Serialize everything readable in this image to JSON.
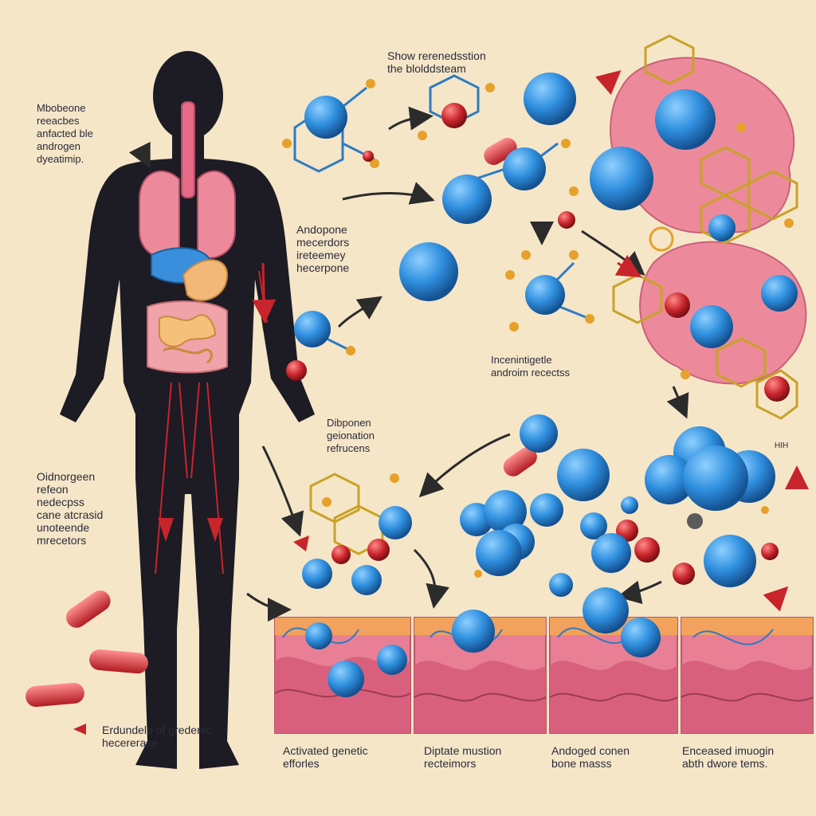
{
  "colors": {
    "background": "#f5e6c8",
    "silhouette": "#1d1b24",
    "receptor_blue": "#2f8fde",
    "hormone_red": "#c8242b",
    "tissue_pink": "#e9738a",
    "ring_gold": "#c9a227",
    "bond_blue": "#2e7bc4",
    "arrow_red": "#c8242b",
    "arrow_dark": "#2b2b2b"
  },
  "labels": {
    "top_center": [
      "Show rerenedsstion",
      "the blolddsteam"
    ],
    "left_top": [
      "Mbobeone",
      "reeacbes",
      "anfacted ble",
      "androgen",
      "dyeatimip."
    ],
    "middle_left": [
      "Andopone",
      "mecerdors",
      "ireteemey",
      "hecerpone"
    ],
    "center_right": [
      "Incenintigetle",
      "androim recectss"
    ],
    "center": [
      "Dibponen",
      "geionation",
      "refrucens"
    ],
    "left_bottom": [
      "Oidnorgeen",
      "refeon",
      "nedecpss",
      "cane atcrasid",
      "unoteende",
      "mrecetors"
    ],
    "bottom_note": [
      "Erdundelo of gredenic",
      "hecererase"
    ],
    "panel_1": [
      "Activated genetic",
      "efforles"
    ],
    "panel_2": [
      "Diptate mustion",
      "recteimors"
    ],
    "panel_3": [
      "Andoged conen",
      "bone masss"
    ],
    "panel_4": [
      "Enceased imuogin",
      "abth dwore tems."
    ],
    "corner_tag": "HIH"
  },
  "icons": [
    "human-silhouette",
    "lungs-icon",
    "liver-icon",
    "stomach-icon",
    "intestine-icon",
    "pill-icon",
    "receptor-sphere",
    "hormone-molecule",
    "tissue-cross-section"
  ]
}
